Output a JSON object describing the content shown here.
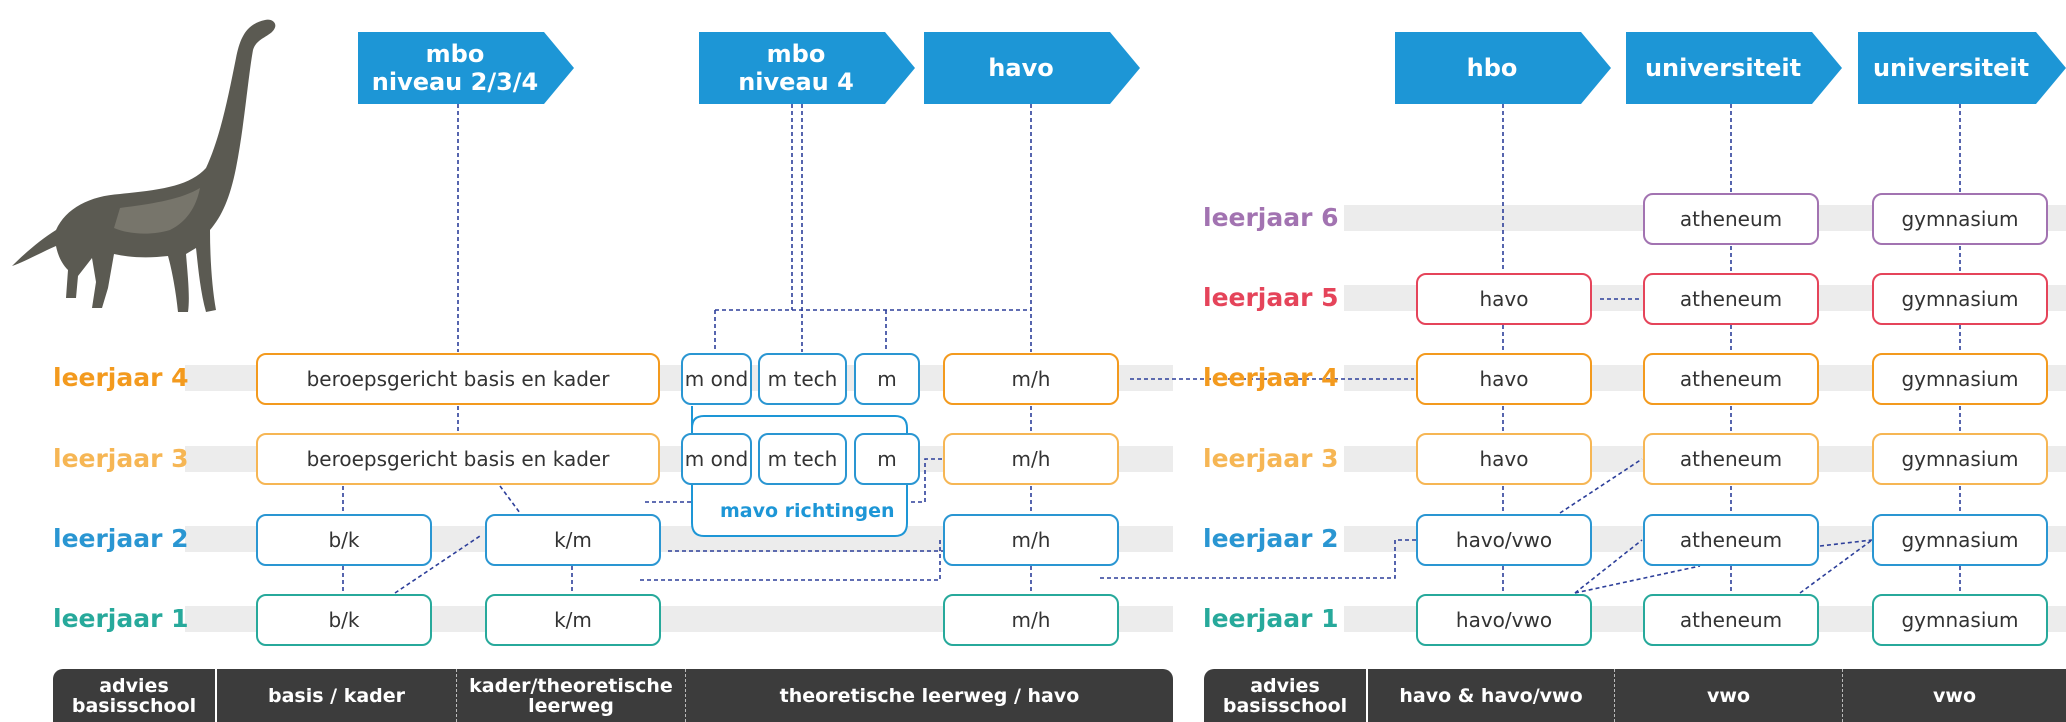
{
  "colors": {
    "blue": "#1d96d6",
    "leerjaar1": "#27a99b",
    "leerjaar2": "#2a96d2",
    "leerjaar3": "#f6b654",
    "leerjaar4": "#f39a1e",
    "leerjaar5": "#e5445a",
    "leerjaar6": "#a273b1",
    "connector": "#2d3f9a",
    "footer": "#3c3c3c"
  },
  "illustration": "dinosaur",
  "banners": {
    "mbo234": "mbo\nniveau 2/3/4",
    "mbo4": "mbo\nniveau 4",
    "havo": "havo",
    "hbo": "hbo",
    "uni1": "universiteit",
    "uni2": "universiteit"
  },
  "year_labels": {
    "left": {
      "y4": "leerjaar 4",
      "y3": "leerjaar 3",
      "y2": "leerjaar 2",
      "y1": "leerjaar 1"
    },
    "right": {
      "y6": "leerjaar 6",
      "y5": "leerjaar 5",
      "y4": "leerjaar 4",
      "y3": "leerjaar 3",
      "y2": "leerjaar 2",
      "y1": "leerjaar 1"
    }
  },
  "boxes": {
    "bbk4": "beroepsgericht basis en kader",
    "bbk3": "beroepsgericht basis en kader",
    "bk2": "b/k",
    "bk1": "b/k",
    "km2": "k/m",
    "km1": "k/m",
    "mond4": "m ond",
    "mtech4": "m tech",
    "m4": "m",
    "mond3": "m ond",
    "mtech3": "m tech",
    "m3": "m",
    "mh4": "m/h",
    "mh3": "m/h",
    "mh2": "m/h",
    "mh1": "m/h",
    "havo5": "havo",
    "havo4": "havo",
    "havo3": "havo",
    "hv2": "havo/vwo",
    "hv1": "havo/vwo",
    "ath6": "atheneum",
    "ath5": "atheneum",
    "ath4": "atheneum",
    "ath3": "atheneum",
    "ath2": "atheneum",
    "ath1": "atheneum",
    "gym6": "gymnasium",
    "gym5": "gymnasium",
    "gym4": "gymnasium",
    "gym3": "gymnasium",
    "gym2": "gymnasium",
    "gym1": "gymnasium"
  },
  "mavo_label": "mavo richtingen",
  "footer_left": {
    "advies": "advies\nbasisschool",
    "c1": "basis / kader",
    "c2": "kader/theoretische\nleerweg",
    "c3": "theoretische leerweg / havo"
  },
  "footer_right": {
    "advies": "advies\nbasisschool",
    "c1": "havo & havo/vwo",
    "c2": "vwo",
    "c3": "vwo"
  }
}
